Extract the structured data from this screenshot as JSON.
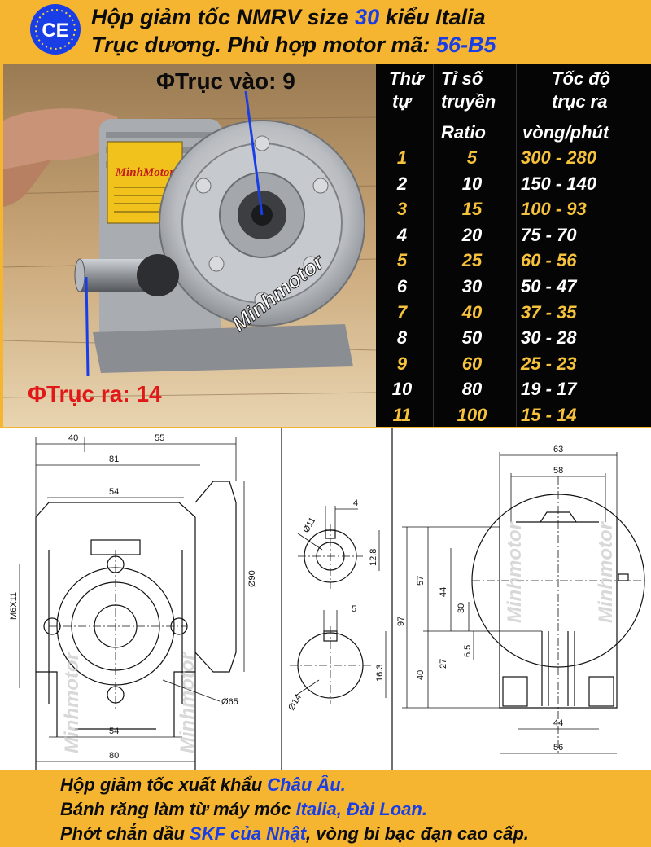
{
  "header": {
    "line1_pre": "Hộp giảm tốc NMRV size ",
    "line1_size": "30",
    "line1_post": " kiểu Italia",
    "line2_pre": "Trục dương. Phù hợp motor mã: ",
    "line2_code": "56-B5",
    "ce_mark": "CE"
  },
  "photo": {
    "input_label": "ΦTrục vào: 9",
    "output_label": "ΦTrục ra: 14",
    "watermark": "Minhmotor",
    "nameplate_brand": "MinhMotor"
  },
  "table": {
    "col1_header_a": "Thứ",
    "col1_header_b": "tự",
    "col2_header_a": "Tỉ số",
    "col2_header_b": "truyền",
    "col2_sub": "Ratio",
    "col3_header_a": "Tốc độ",
    "col3_header_b": "trục ra",
    "col3_sub": "vòng/phút",
    "rows": [
      {
        "no": "1",
        "ratio": "5",
        "speed": "300 - 280"
      },
      {
        "no": "2",
        "ratio": "10",
        "speed": "150 - 140"
      },
      {
        "no": "3",
        "ratio": "15",
        "speed": "100 - 93"
      },
      {
        "no": "4",
        "ratio": "20",
        "speed": "75 - 70"
      },
      {
        "no": "5",
        "ratio": "25",
        "speed": "60 - 56"
      },
      {
        "no": "6",
        "ratio": "30",
        "speed": "50 - 47"
      },
      {
        "no": "7",
        "ratio": "40",
        "speed": "37 - 35"
      },
      {
        "no": "8",
        "ratio": "50",
        "speed": "30 - 28"
      },
      {
        "no": "9",
        "ratio": "60",
        "speed": "25 - 23"
      },
      {
        "no": "10",
        "ratio": "80",
        "speed": "19 - 17"
      },
      {
        "no": "11",
        "ratio": "100",
        "speed": "15 - 14"
      }
    ]
  },
  "drawing": {
    "watermark": "Minhmotor",
    "dims": {
      "d40": "40",
      "d55": "55",
      "d81": "81",
      "d54_top": "54",
      "d54_bot": "54",
      "d80": "80",
      "m6x11": "M6X11",
      "phi90": "Ø90",
      "phi65": "Ø65",
      "phi11": "Ø11",
      "d4": "4",
      "d12_8": "12.8",
      "d5": "5",
      "d16_3": "16.3",
      "phi14": "Ø14",
      "d63": "63",
      "d58": "58",
      "d97": "97",
      "d57": "57",
      "d44_v": "44",
      "d30": "30",
      "d6_5": "6.5",
      "d27": "27",
      "d40_v": "40",
      "d44_h": "44",
      "d56": "56"
    }
  },
  "footer": {
    "line1_pre": "Hộp giảm tốc xuất khẩu ",
    "line1_hl": "Châu Âu.",
    "line2_pre": "Bánh răng làm từ máy móc ",
    "line2_hl": "Italia, Đài Loan.",
    "line3_pre": "Phớt chắn dầu ",
    "line3_hl": "SKF của Nhật",
    "line3_post": ", vòng bi bạc đạn cao cấp."
  },
  "colors": {
    "header_bg": "#f6b530",
    "accent_blue": "#1a3ee6",
    "label_red": "#e01818",
    "table_bg": "#050505",
    "table_yellow": "#f6c23b"
  }
}
